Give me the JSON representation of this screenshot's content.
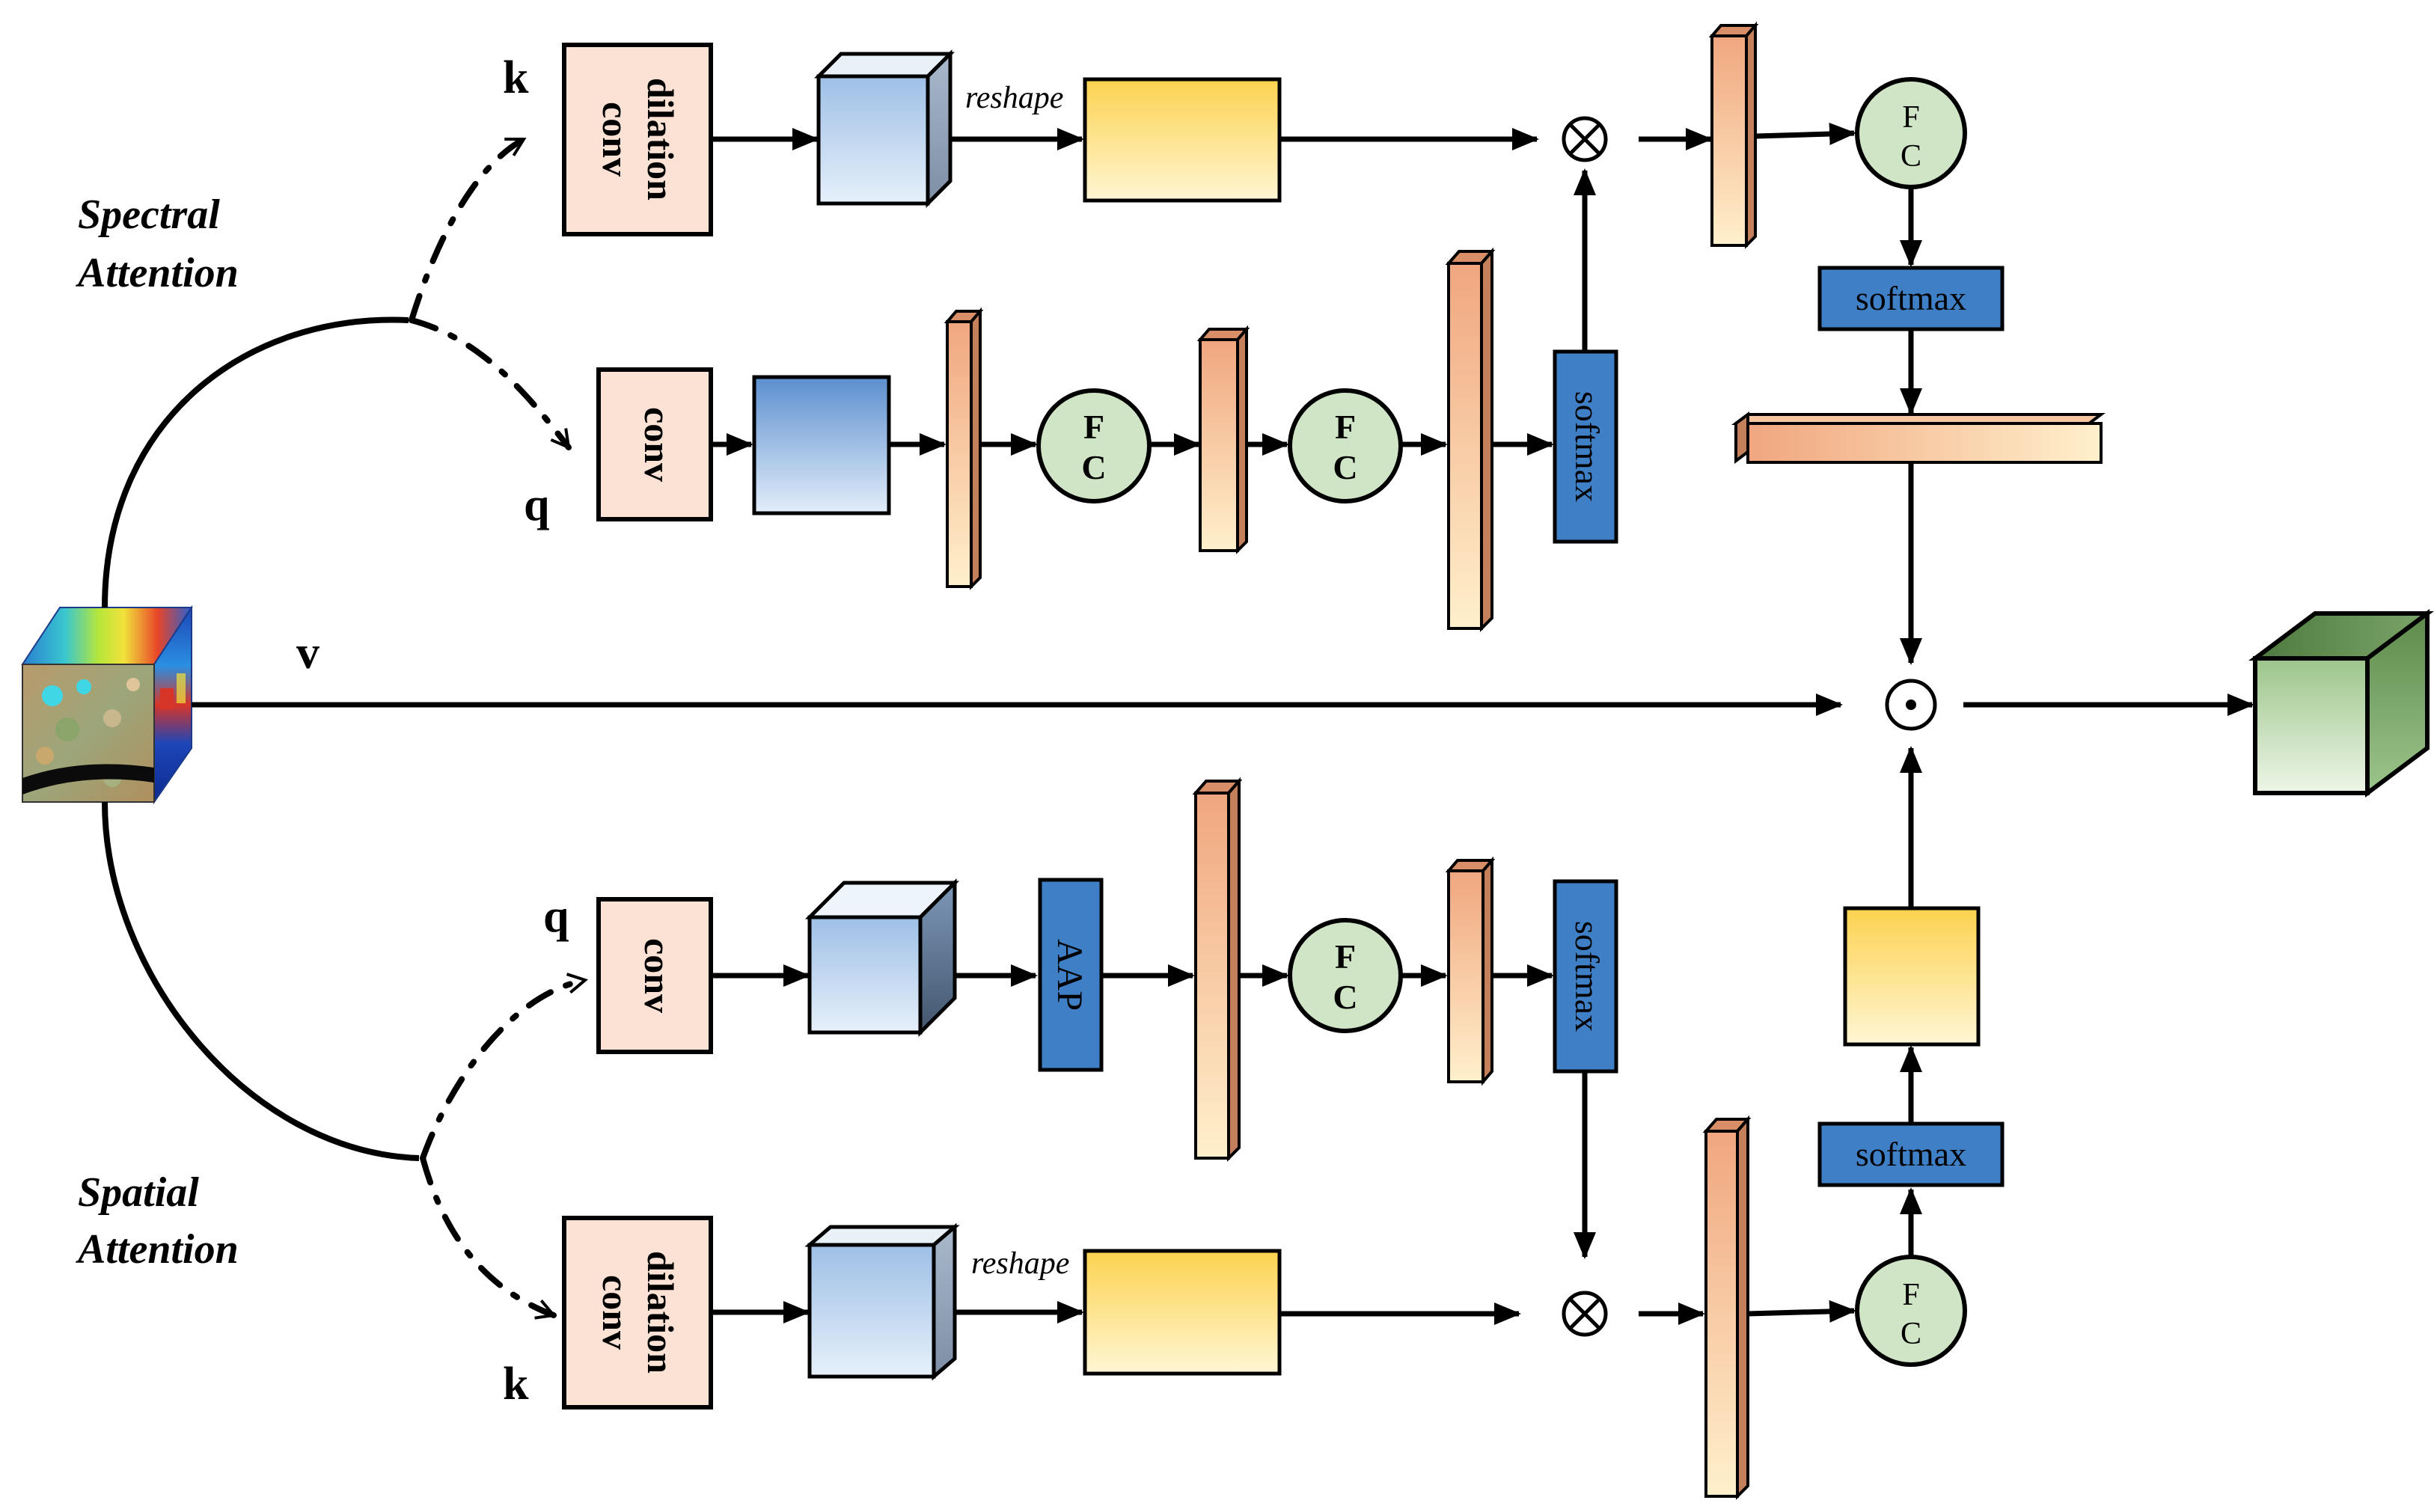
{
  "labels": {
    "spectral_line1": "Spectral",
    "spectral_line2": "Attention",
    "spatial_line1": "Spatial",
    "spatial_line2": "Attention",
    "k": "k",
    "q": "q",
    "v": "v"
  },
  "ops": {
    "dilation": "dilation",
    "conv": "conv",
    "reshape": "reshape",
    "softmax": "softmax",
    "aap": "AAP",
    "fc_f": "F",
    "fc_c": "C",
    "matmul": "⊗",
    "hadamard": "⊙"
  },
  "colors": {
    "conv_fill": "#fbe2d4",
    "blue_box": "#3f7fc6",
    "fc_fill": "#cfe5c5",
    "green_cube": "#6b9a56"
  }
}
